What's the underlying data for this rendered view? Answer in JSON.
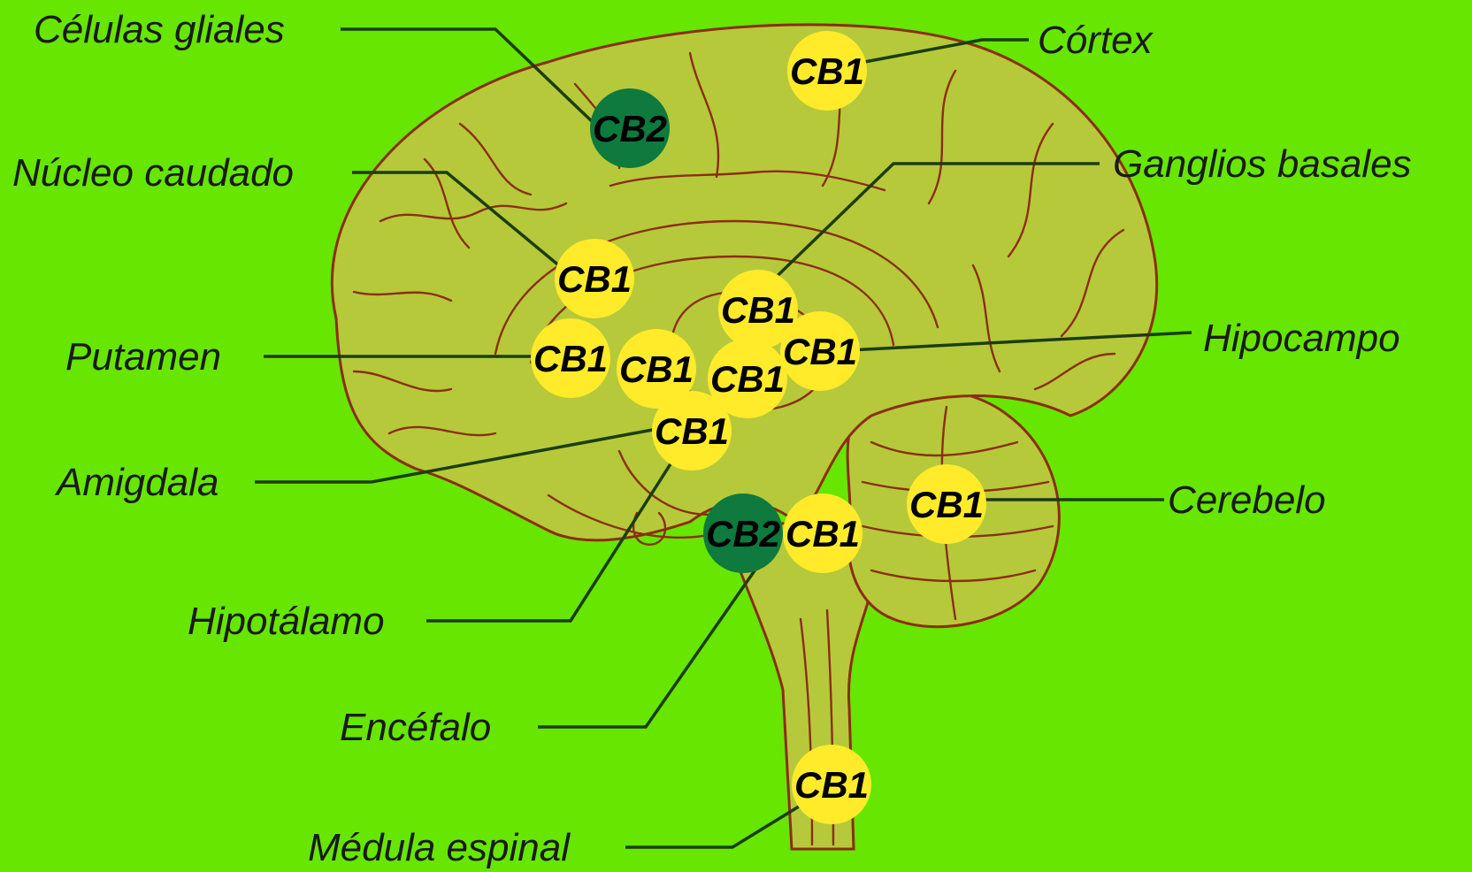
{
  "colors": {
    "background": "#66e600",
    "brain_fill": "#b6c93a",
    "brain_outline": "#8b2e12",
    "cb1": "#ffeb2a",
    "cb2": "#0e7a3e",
    "text": "#1a1a1a"
  },
  "labels": {
    "celulas_gliales": "Células gliales",
    "nucleo_caudado": "Núcleo caudado",
    "putamen": "Putamen",
    "amigdala": "Amigdala",
    "hipotalamo": "Hipotálamo",
    "encefalo": "Encéfalo",
    "medula_espinal": "Médula espinal",
    "cortex": "Córtex",
    "ganglios_basales": "Ganglios basales",
    "hipocampo": "Hipocampo",
    "cerebelo": "Cerebelo"
  },
  "receptors": {
    "cb1": "CB1",
    "cb2": "CB2"
  },
  "receptor_markers": [
    {
      "type": "CB1",
      "region": "Córtex"
    },
    {
      "type": "CB2",
      "region": "Células gliales"
    },
    {
      "type": "CB1",
      "region": "Núcleo caudado"
    },
    {
      "type": "CB1",
      "region": "Putamen"
    },
    {
      "type": "CB1",
      "region": "Ganglios basales"
    },
    {
      "type": "CB1",
      "region": "Ganglios basales"
    },
    {
      "type": "CB1",
      "region": "Hipocampo"
    },
    {
      "type": "CB1",
      "region": "Ganglios basales"
    },
    {
      "type": "CB1",
      "region": "Amigdala"
    },
    {
      "type": "CB2",
      "region": "Encéfalo"
    },
    {
      "type": "CB1",
      "region": "Hipotálamo"
    },
    {
      "type": "CB1",
      "region": "Cerebelo"
    },
    {
      "type": "CB1",
      "region": "Médula espinal"
    }
  ]
}
